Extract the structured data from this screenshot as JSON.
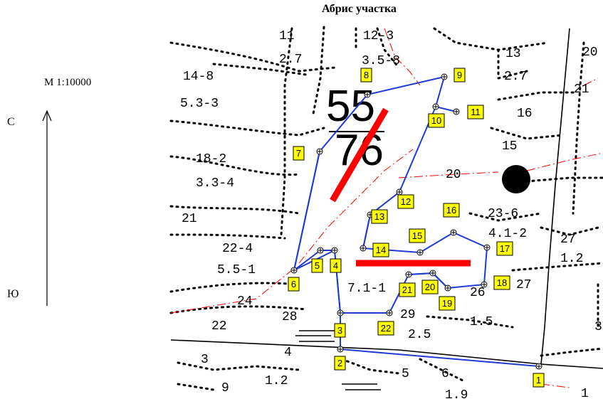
{
  "header": {
    "title": "Абрис участка",
    "scale": "М 1:10000",
    "north_label": "С",
    "south_label": "Ю"
  },
  "map": {
    "quarter_number": "55",
    "quarter_area": "76",
    "parcel_labels": [
      {
        "text": "11"
      },
      {
        "text": "2.7"
      },
      {
        "text": "12-3"
      },
      {
        "text": "3.5-8"
      },
      {
        "text": "13"
      },
      {
        "text": "2.7"
      },
      {
        "text": "20"
      },
      {
        "text": "14-8"
      },
      {
        "text": "5.3-3"
      },
      {
        "text": "16"
      },
      {
        "text": "21"
      },
      {
        "text": "15"
      },
      {
        "text": "18-2"
      },
      {
        "text": "3.3-4"
      },
      {
        "text": "20"
      },
      {
        "text": "21"
      },
      {
        "text": "23-6"
      },
      {
        "text": "4.1-2"
      },
      {
        "text": "22-4"
      },
      {
        "text": "5.5-1"
      },
      {
        "text": "27"
      },
      {
        "text": "1.2"
      },
      {
        "text": "7.1-1"
      },
      {
        "text": "26"
      },
      {
        "text": "27"
      },
      {
        "text": "24"
      },
      {
        "text": "28"
      },
      {
        "text": "29"
      },
      {
        "text": "22"
      },
      {
        "text": "1.5"
      },
      {
        "text": "2.5"
      },
      {
        "text": "3"
      },
      {
        "text": "4"
      },
      {
        "text": "3"
      },
      {
        "text": "5"
      },
      {
        "text": "6"
      },
      {
        "text": "9"
      },
      {
        "text": "1.2"
      },
      {
        "text": "1.9"
      },
      {
        "text": "1"
      }
    ],
    "points": [
      {
        "id": "1"
      },
      {
        "id": "2"
      },
      {
        "id": "3"
      },
      {
        "id": "4"
      },
      {
        "id": "5"
      },
      {
        "id": "6"
      },
      {
        "id": "7"
      },
      {
        "id": "8"
      },
      {
        "id": "9"
      },
      {
        "id": "10"
      },
      {
        "id": "11"
      },
      {
        "id": "12"
      },
      {
        "id": "13"
      },
      {
        "id": "14"
      },
      {
        "id": "15"
      },
      {
        "id": "16"
      },
      {
        "id": "17"
      },
      {
        "id": "18"
      },
      {
        "id": "19"
      },
      {
        "id": "20"
      },
      {
        "id": "21"
      },
      {
        "id": "22"
      }
    ],
    "colors": {
      "boundary": "#1f3ad6",
      "marker": "#ff0000",
      "label_bg": "#ffff00"
    }
  }
}
